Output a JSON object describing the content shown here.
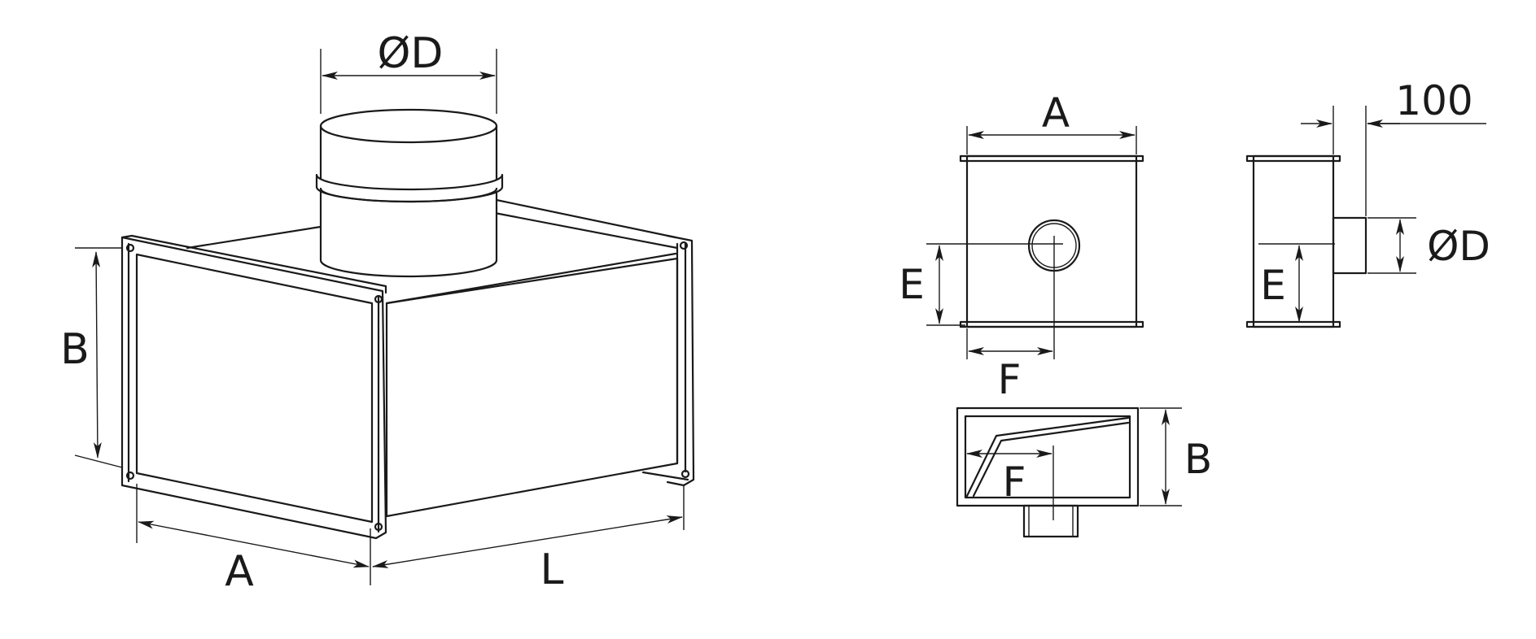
{
  "diagram": {
    "iso_labels": {
      "diameter": "ØD",
      "width": "A",
      "height": "B",
      "length": "L"
    },
    "front_view_labels": {
      "width": "A",
      "offset_vertical": "E",
      "offset_horizontal": "F"
    },
    "side_view_labels": {
      "spigot": "100",
      "diameter": "ØD",
      "offset_vertical": "E"
    },
    "top_view_labels": {
      "height": "B",
      "offset_horizontal": "F"
    },
    "colors": {
      "line": "#1a1a1a",
      "background": "#ffffff"
    }
  }
}
